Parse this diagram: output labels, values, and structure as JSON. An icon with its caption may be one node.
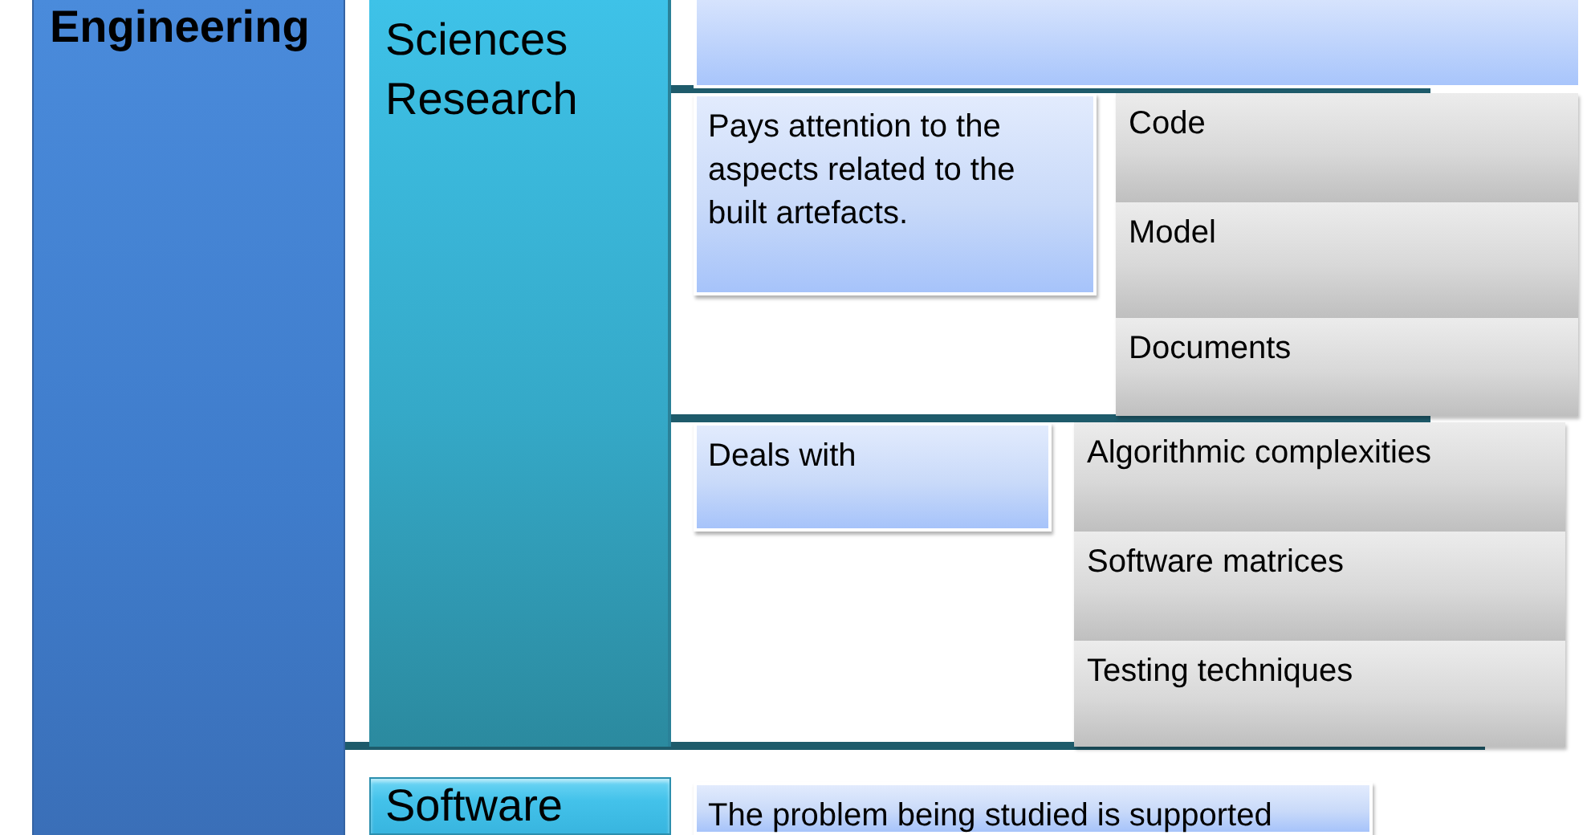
{
  "diagram": {
    "nodes": [
      {
        "text": [
          "Engineering"
        ]
      },
      {
        "text": [
          "Sciences Research"
        ]
      },
      {
        "text": [],
        "shape": "box"
      },
      {
        "text": [
          "Pays attention to the aspects related to the built artefacts."
        ]
      },
      {
        "text": [
          "Code"
        ]
      },
      {
        "text": [
          "Model"
        ]
      },
      {
        "text": [
          "Documents"
        ]
      },
      {
        "text": [
          "Deals with"
        ]
      },
      {
        "text": [
          "Algorithmic complexities"
        ]
      },
      {
        "text": [
          "Software matrices"
        ]
      },
      {
        "text": [
          "Testing techniques"
        ]
      },
      {
        "text": [
          "Software"
        ]
      },
      {
        "text": [
          "The problem being studied is supported"
        ]
      }
    ]
  }
}
